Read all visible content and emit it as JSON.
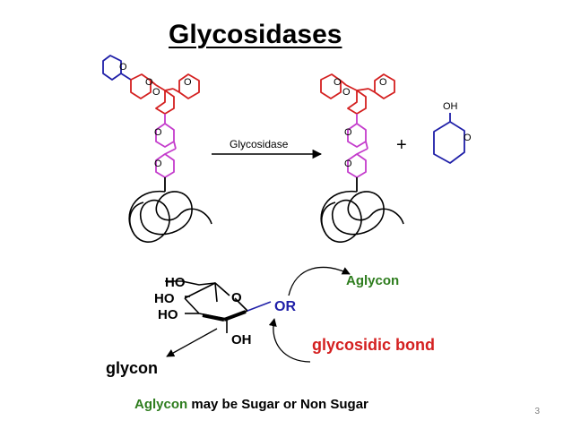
{
  "slide": {
    "title": "Glycosidases",
    "page_number": "3"
  },
  "reaction": {
    "arrow_label": "Glycosidase",
    "plus": "+",
    "ring_oxygen": "O",
    "product_hydroxyl": "OH"
  },
  "glucose": {
    "ho_top": "HO",
    "ho_mid": "HO",
    "ho_low": "HO",
    "ring_o": "O",
    "oh_bottom": "OH",
    "or_group": "OR",
    "aglycon_label": "Aglycon",
    "bond_label": "glycosidic bond",
    "glycon_label": "glycon"
  },
  "footer": {
    "aglycon": "Aglycon",
    "rest": " may be Sugar or Non Sugar"
  },
  "colors": {
    "blue": "#1f1fa8",
    "red": "#d42020",
    "magenta": "#c43ccc",
    "green": "#2e7d1e",
    "black": "#000000"
  }
}
